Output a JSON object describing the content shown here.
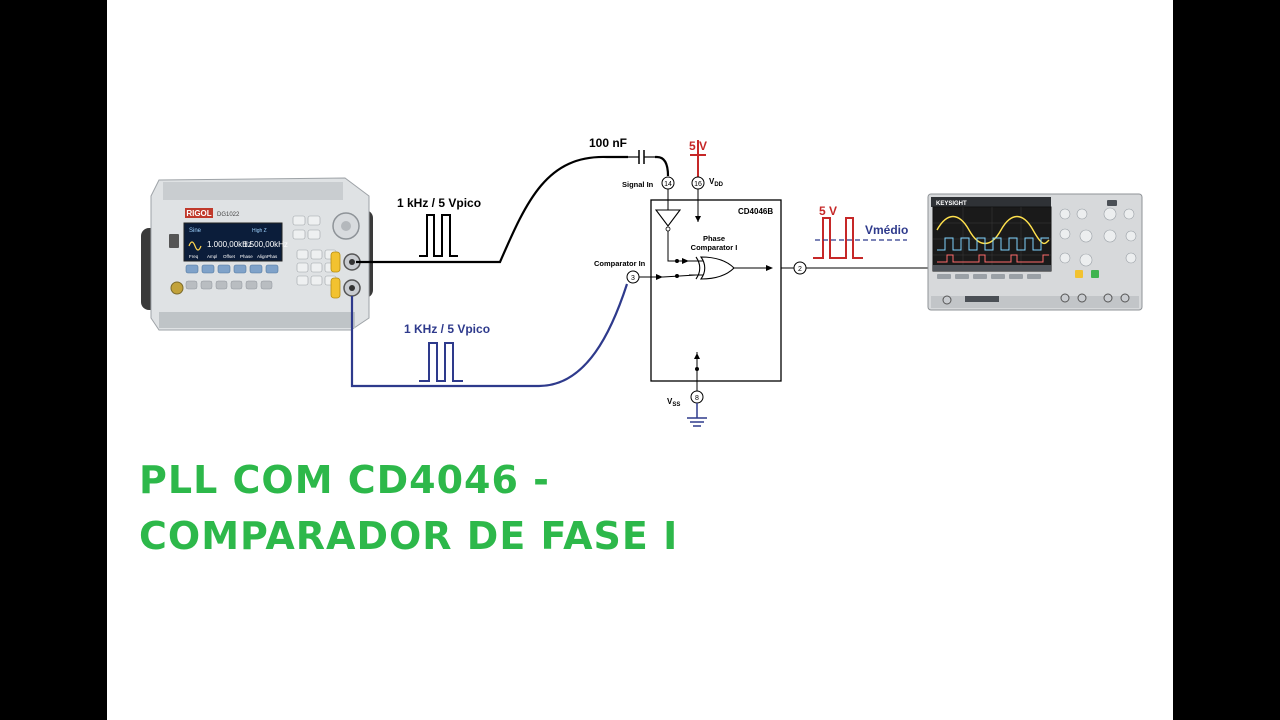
{
  "function_generator": {
    "brand": "RIGOL",
    "model": "DG1022",
    "screen_mode": "Sine",
    "ch1_freq": "1.000,00kHz",
    "ch2_freq": "1.500,00kHz",
    "high_z": "High Z",
    "softkeys": [
      "Freq",
      "Ampl",
      "Offset",
      "Phase",
      "AlignPhas"
    ]
  },
  "signals": {
    "signal_top": "1 kHz / 5 Vpico",
    "signal_bottom": "1 KHz / 5 Vpico",
    "capacitor": "100 nF",
    "supply": "5 V",
    "output_amplitude": "5 V",
    "output_average": "Vmédio"
  },
  "ic": {
    "name": "CD4046B",
    "block_label_line1": "Phase",
    "block_label_line2": "Comparator I",
    "signal_in_label": "Signal In",
    "comparator_in_label": "Comparator In",
    "vdd_label": "V",
    "vdd_sub": "DD",
    "vss_label": "V",
    "vss_sub": "SS",
    "pins": {
      "signal_in": "14",
      "vdd": "16",
      "comparator_in": "3",
      "output": "2",
      "vss": "8"
    }
  },
  "oscilloscope": {
    "brand": "KEYSIGHT"
  },
  "title_lines": [
    "PLL COM CD4046 -",
    "COMPARADOR DE FASE I"
  ],
  "colors": {
    "title": "#2db84a",
    "blue_signal": "#2e3a8c",
    "red_signal": "#c62828",
    "wire": "#000000"
  }
}
